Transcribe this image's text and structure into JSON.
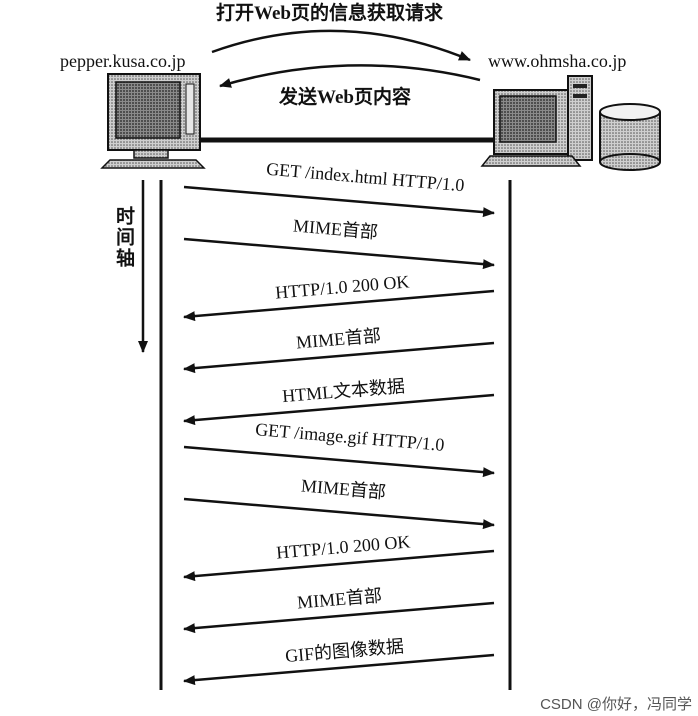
{
  "header": {
    "request_caption": "打开Web页的信息获取请求",
    "response_caption": "发送Web页内容"
  },
  "hosts": {
    "client": "pepper.kusa.co.jp",
    "server": "www.ohmsha.co.jp"
  },
  "time_axis_label": "时间轴",
  "messages": [
    {
      "label": "GET /index.html HTTP/1.0",
      "direction": "client-to-server"
    },
    {
      "label": "MIME首部",
      "direction": "client-to-server"
    },
    {
      "label": "HTTP/1.0 200 OK",
      "direction": "server-to-client"
    },
    {
      "label": "MIME首部",
      "direction": "server-to-client"
    },
    {
      "label": "HTML文本数据",
      "direction": "server-to-client"
    },
    {
      "label": "GET /image.gif  HTTP/1.0",
      "direction": "client-to-server"
    },
    {
      "label": "MIME首部",
      "direction": "client-to-server"
    },
    {
      "label": "HTTP/1.0 200 OK",
      "direction": "server-to-client"
    },
    {
      "label": "MIME首部",
      "direction": "server-to-client"
    },
    {
      "label": "GIF的图像数据",
      "direction": "server-to-client"
    }
  ],
  "watermark": "CSDN @你好，冯同学"
}
